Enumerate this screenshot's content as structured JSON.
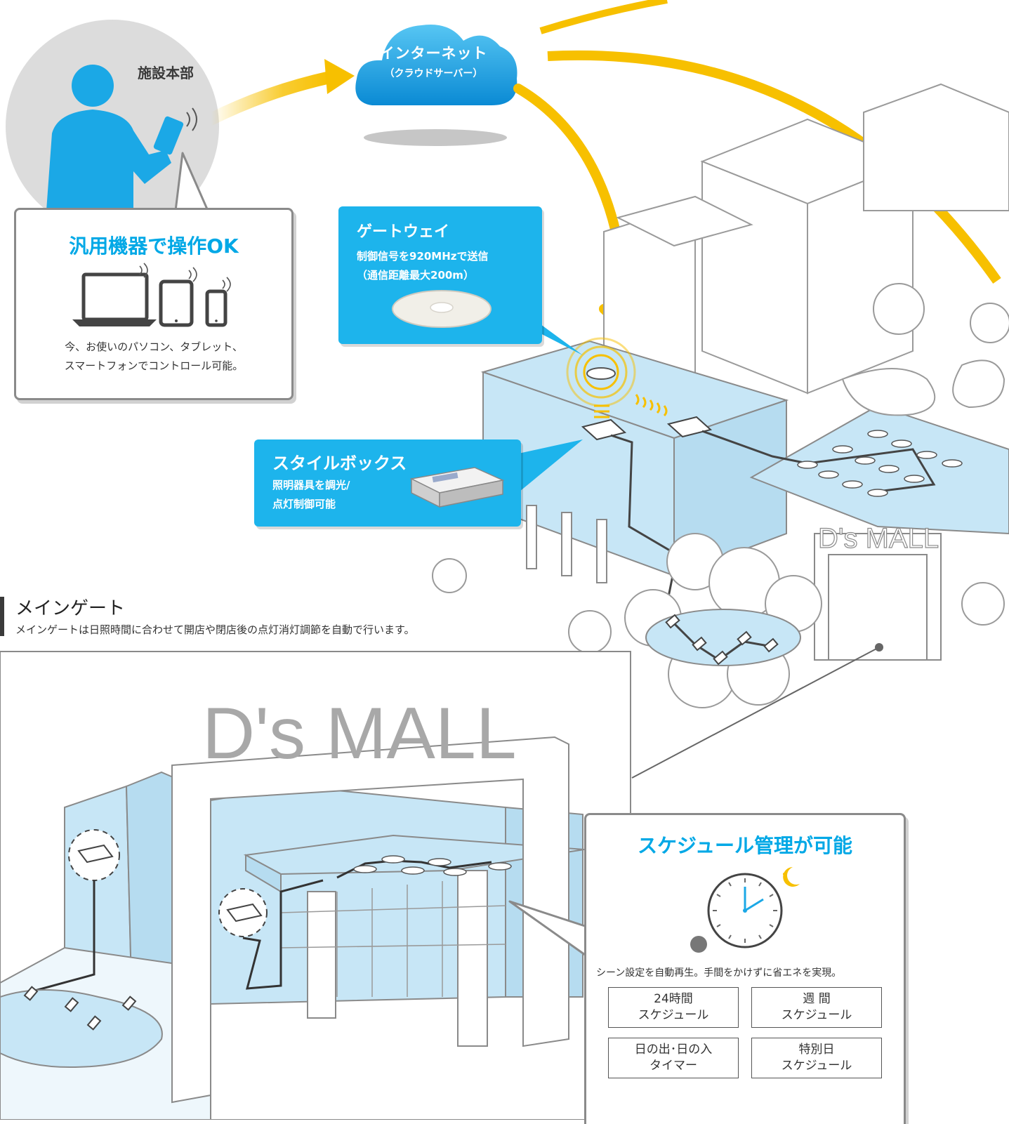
{
  "hq": {
    "label": "施設本部"
  },
  "cloud": {
    "title": "インターネット",
    "subtitle": "（クラウドサーバー）"
  },
  "ops_card": {
    "title": "汎用機器で操作OK",
    "line1": "今、お使いのパソコン、タブレット、",
    "line2": "スマートフォンでコントロール可能。"
  },
  "gateway": {
    "title": "ゲートウェイ",
    "line1": "制御信号を920MHzで送信",
    "line2": "（通信距離最大200m）"
  },
  "stylebox": {
    "title": "スタイルボックス",
    "line1": "照明器具を調光/",
    "line2": "点灯制御可能"
  },
  "mall_sign_small": "D's MALL",
  "mall_sign_large": "D's MALL",
  "section": {
    "title": "メインゲート",
    "description": "メインゲートは日照時間に合わせて開店や閉店後の点灯消灯調節を自動で行います。"
  },
  "schedule_card": {
    "title": "スケジュール管理が可能",
    "note": "シーン設定を自動再生。手間をかけずに省エネを実現。",
    "buttons": [
      {
        "line1": "24時間",
        "line2": "スケジュール"
      },
      {
        "line1": "週 間",
        "line2": "スケジュール"
      },
      {
        "line1": "日の出･日の入",
        "line2": "タイマー"
      },
      {
        "line1": "特別日",
        "line2": "スケジュール"
      }
    ]
  },
  "colors": {
    "accent_blue": "#00a8e6",
    "box_blue": "#1db4ec",
    "arrow_yellow": "#f7c000",
    "building_tint": "#c7e6f6"
  }
}
